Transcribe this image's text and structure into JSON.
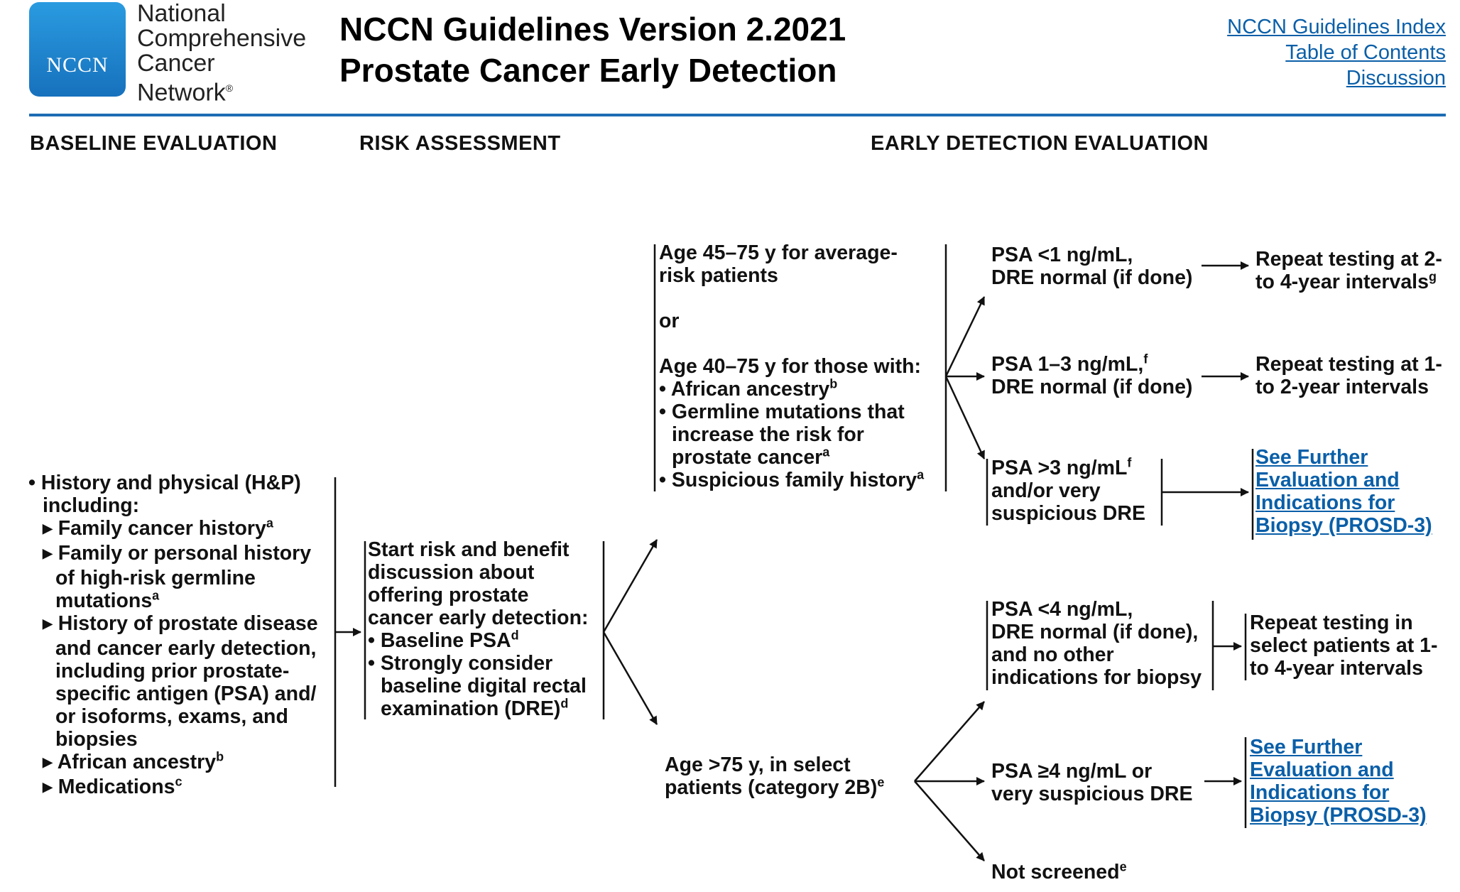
{
  "logo": {
    "text": "NCCN"
  },
  "org_name": {
    "line1": "National",
    "line2": "Comprehensive",
    "line3": "Cancer",
    "line4": "Network",
    "reg": "®"
  },
  "title": {
    "line1": "NCCN Guidelines Version 2.2021",
    "line2": "Prostate Cancer Early Detection"
  },
  "nav_links": {
    "index": "NCCN Guidelines Index",
    "toc": "Table of Contents",
    "discussion": "Discussion"
  },
  "headers": {
    "baseline": "BASELINE EVALUATION",
    "risk": "RISK ASSESSMENT",
    "early": "EARLY DETECTION EVALUATION"
  },
  "baseline": {
    "bullet": "• History and physical (H&P)",
    "bullet_cont": "including:",
    "items": [
      {
        "l1": "Family cancer history",
        "sup": "a"
      },
      {
        "l1": "Family or personal history",
        "l2": "of high-risk germline",
        "l3": "mutations",
        "sup": "a"
      },
      {
        "l1": "History of prostate disease",
        "l2": "and cancer early detection,",
        "l3": "including prior prostate-",
        "l4": "specific antigen (PSA) and/",
        "l5": "or isoforms, exams, and",
        "l6": "biopsies"
      },
      {
        "l1": "African ancestry",
        "sup": "b"
      },
      {
        "l1": "Medications",
        "sup": "c"
      }
    ]
  },
  "risk": {
    "l1": "Start risk and benefit",
    "l2": "discussion about",
    "l3": "offering prostate",
    "l4": "cancer early detection:",
    "b1": "• Baseline PSA",
    "b1_sup": "d",
    "b2_l1": "• Strongly consider",
    "b2_l2": "baseline digital rectal",
    "b2_l3": "examination (DRE)",
    "b2_sup": "d"
  },
  "age_group": {
    "l1": "Age 45–75 y for average-",
    "l2": "risk patients",
    "or": "or",
    "l3": "Age 40–75 y for those with:",
    "b1": "• African ancestry",
    "b1_sup": "b",
    "b2_l1": "• Germline mutations that",
    "b2_l2": "increase the risk for",
    "b2_l3": "prostate cancer",
    "b2_sup": "a",
    "b3": "• Suspicious family history",
    "b3_sup": "a"
  },
  "upper_results": {
    "r1": {
      "l1": "PSA <1 ng/mL,",
      "l2": "DRE normal (if done)"
    },
    "r2": {
      "l1": "PSA 1–3 ng/mL,",
      "sup": "f",
      "l2": "DRE normal (if done)"
    },
    "r3": {
      "l1": "PSA >3 ng/mL",
      "sup": "f",
      "l2": "and/or very",
      "l3": "suspicious DRE"
    }
  },
  "upper_outcomes": {
    "o1": {
      "l1": "Repeat testing at 2-",
      "l2": "to 4-year intervals",
      "sup": "g"
    },
    "o2": {
      "l1": "Repeat testing at 1-",
      "l2": "to 2-year intervals"
    },
    "o3": {
      "l1": "See Further",
      "l2": "Evaluation and",
      "l3": "Indications for",
      "l4": "Biopsy (PROSD-3)"
    }
  },
  "older": {
    "l1": "Age >75 y, in select",
    "l2": "patients (category 2B)",
    "sup": "e"
  },
  "lower_results": {
    "r1": {
      "l1": "PSA <4 ng/mL,",
      "l2": "DRE normal (if done),",
      "l3": "and no other",
      "l4": "indications for biopsy"
    },
    "r2": {
      "l1": "PSA ≥4 ng/mL or",
      "l2": "very suspicious DRE"
    },
    "r3": {
      "l1": "Not screened",
      "sup": "e"
    }
  },
  "lower_outcomes": {
    "o1": {
      "l1": "Repeat testing in",
      "l2": "select patients at 1-",
      "l3": "to 4-year intervals"
    },
    "o2": {
      "l1": "See Further",
      "l2": "Evaluation and",
      "l3": "Indications for",
      "l4": "Biopsy (PROSD-3)"
    }
  },
  "colors": {
    "brand_blue": "#1d6cb4",
    "link": "#0a5fa8"
  }
}
